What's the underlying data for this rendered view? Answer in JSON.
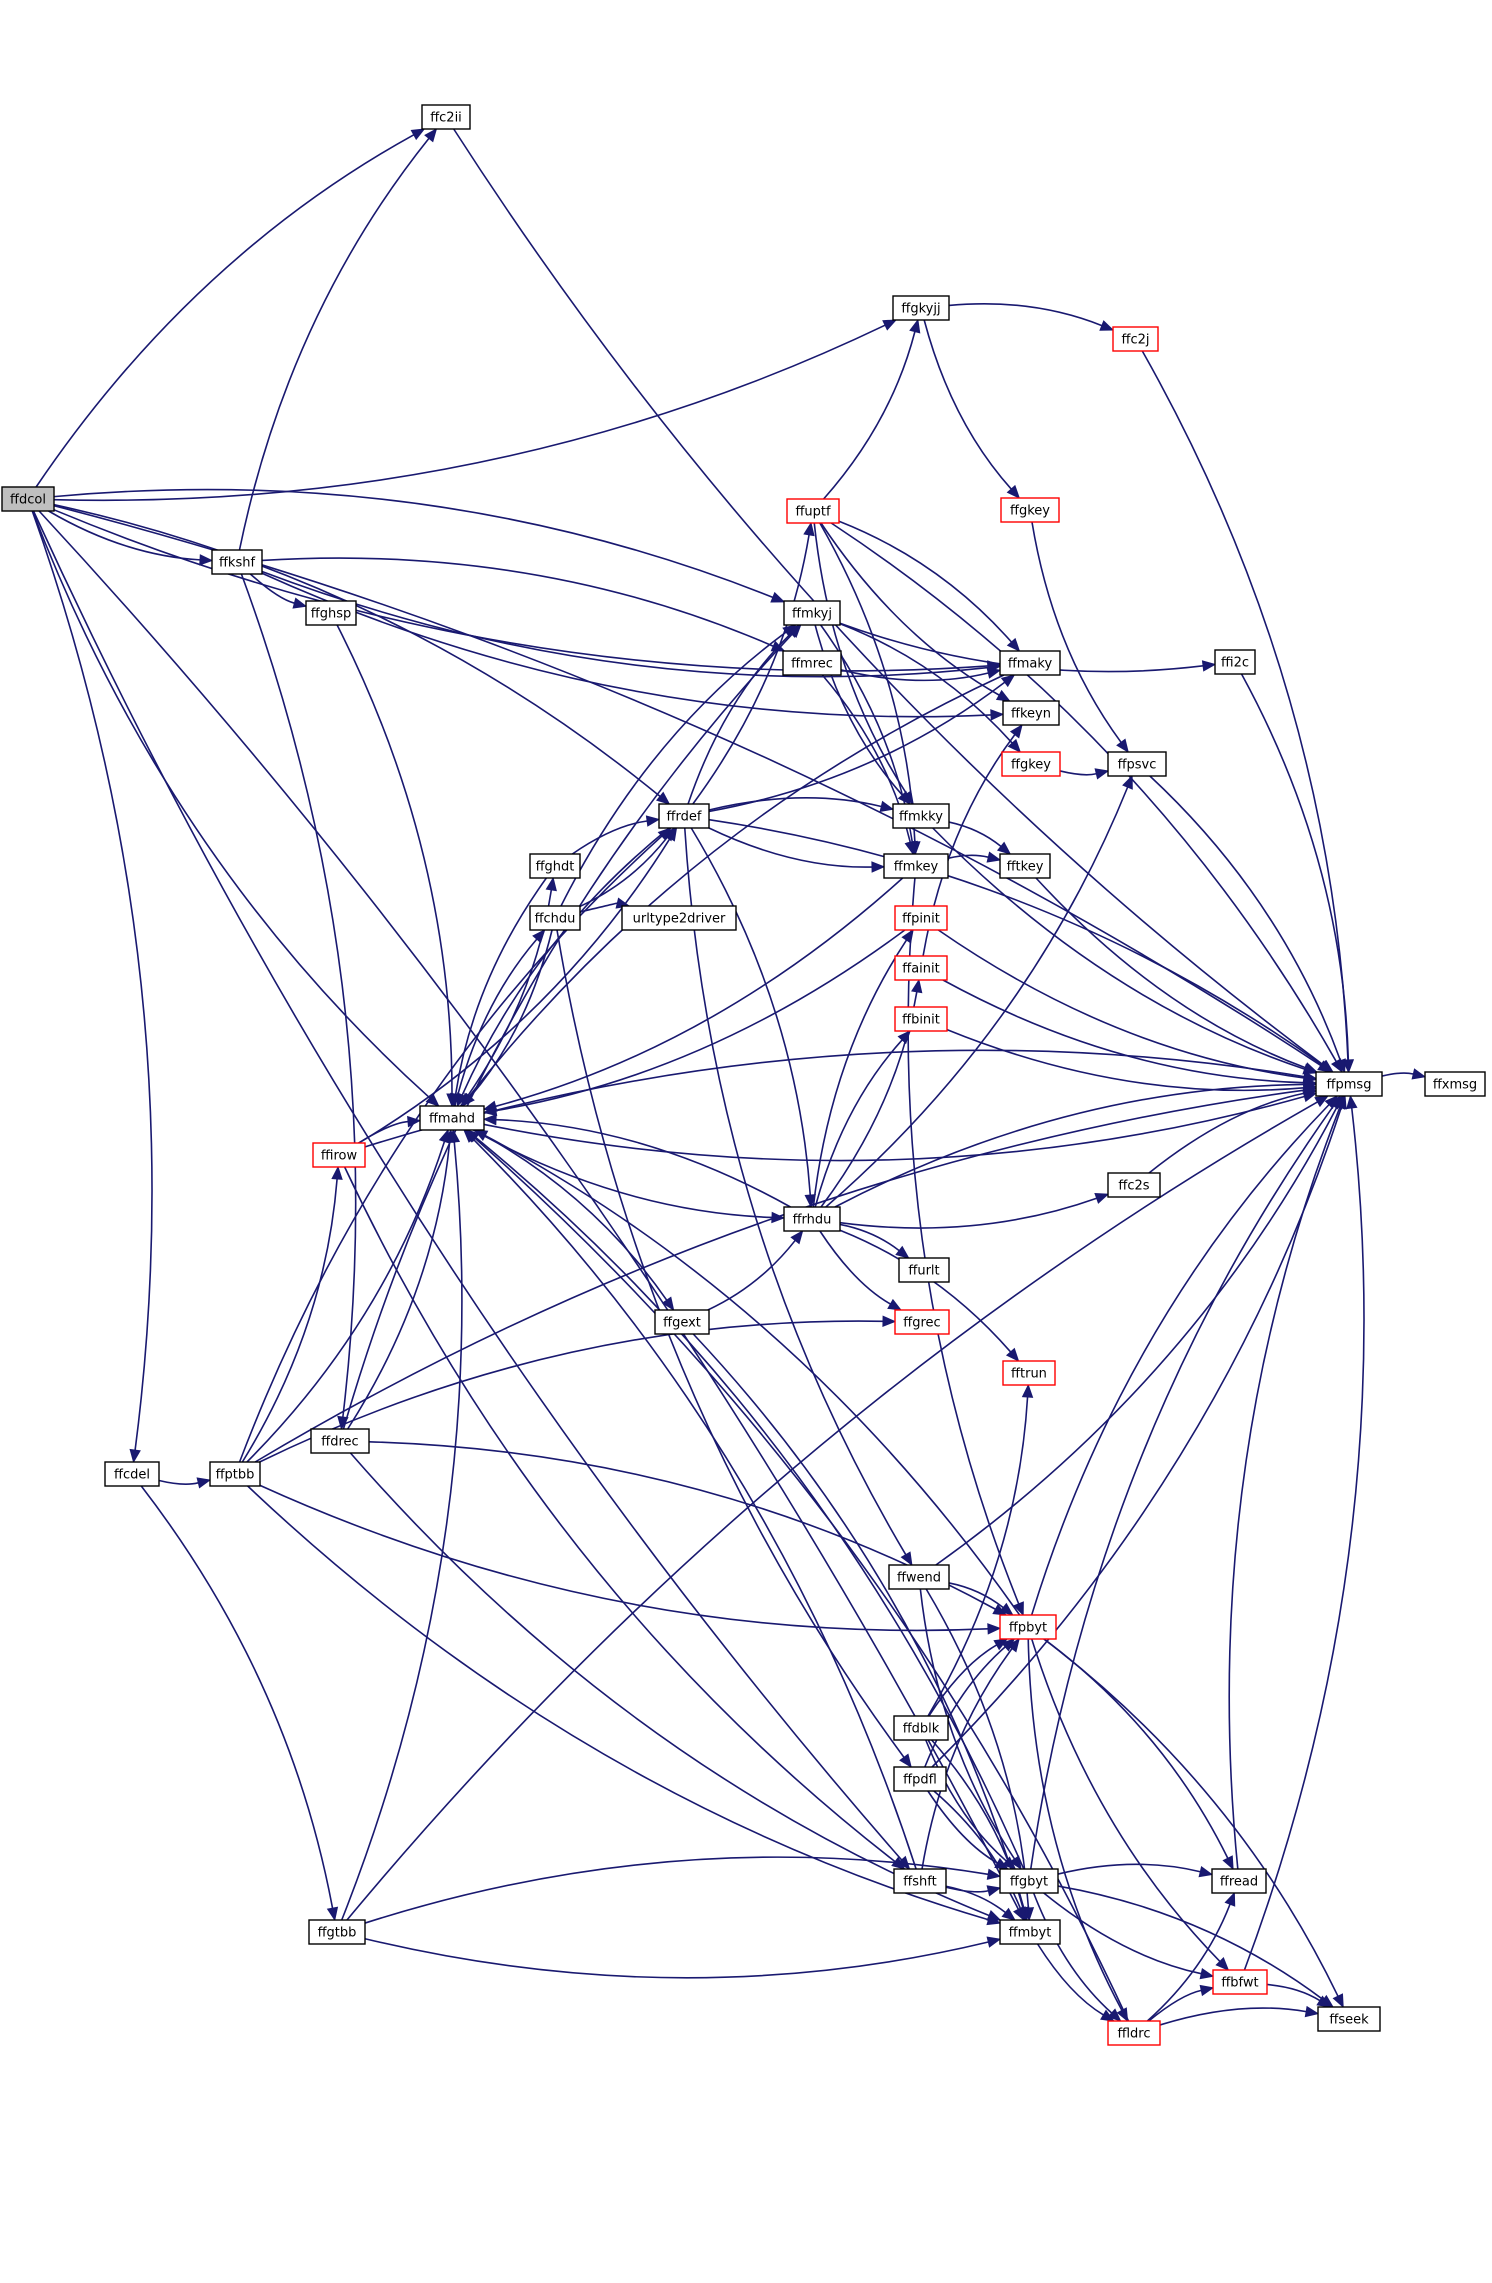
{
  "colors": {
    "edge": "#191970",
    "node_border_default": "#000000",
    "node_border_truncated": "#ff0000",
    "root_fill": "#bfbfbf",
    "node_fill": "#ffffff"
  },
  "nodes": [
    {
      "id": "ffdcol",
      "label": "ffdcol",
      "style": "root"
    },
    {
      "id": "ffc2ii",
      "label": "ffc2ii",
      "style": "normal"
    },
    {
      "id": "ffgkyjj",
      "label": "ffgkyjj",
      "style": "normal"
    },
    {
      "id": "ffc2j",
      "label": "ffc2j",
      "style": "truncated"
    },
    {
      "id": "ffgkey1",
      "label": "ffgkey",
      "style": "truncated"
    },
    {
      "id": "ffuptf",
      "label": "ffuptf",
      "style": "truncated"
    },
    {
      "id": "ffkshf",
      "label": "ffkshf",
      "style": "normal"
    },
    {
      "id": "ffghsp",
      "label": "ffghsp",
      "style": "normal"
    },
    {
      "id": "ffmkyj",
      "label": "ffmkyj",
      "style": "normal"
    },
    {
      "id": "ffmrec",
      "label": "ffmrec",
      "style": "normal"
    },
    {
      "id": "ffmaky",
      "label": "ffmaky",
      "style": "normal"
    },
    {
      "id": "ffi2c",
      "label": "ffi2c",
      "style": "normal"
    },
    {
      "id": "ffkeyn",
      "label": "ffkeyn",
      "style": "normal"
    },
    {
      "id": "ffgkey2",
      "label": "ffgkey",
      "style": "truncated"
    },
    {
      "id": "ffpsvc",
      "label": "ffpsvc",
      "style": "normal"
    },
    {
      "id": "ffrdef",
      "label": "ffrdef",
      "style": "normal"
    },
    {
      "id": "ffmkky",
      "label": "ffmkky",
      "style": "normal"
    },
    {
      "id": "ffghdt",
      "label": "ffghdt",
      "style": "normal"
    },
    {
      "id": "ffmkey",
      "label": "ffmkey",
      "style": "normal"
    },
    {
      "id": "fftkey",
      "label": "fftkey",
      "style": "normal"
    },
    {
      "id": "ffchdu",
      "label": "ffchdu",
      "style": "normal"
    },
    {
      "id": "urltype2driver",
      "label": "urltype2driver",
      "style": "normal"
    },
    {
      "id": "ffpinit",
      "label": "ffpinit",
      "style": "truncated"
    },
    {
      "id": "ffainit",
      "label": "ffainit",
      "style": "truncated"
    },
    {
      "id": "ffbinit",
      "label": "ffbinit",
      "style": "truncated"
    },
    {
      "id": "ffpmsg",
      "label": "ffpmsg",
      "style": "normal"
    },
    {
      "id": "ffxmsg",
      "label": "ffxmsg",
      "style": "normal"
    },
    {
      "id": "ffmahd",
      "label": "ffmahd",
      "style": "normal"
    },
    {
      "id": "ffirow",
      "label": "ffirow",
      "style": "truncated"
    },
    {
      "id": "ffrhdu",
      "label": "ffrhdu",
      "style": "normal"
    },
    {
      "id": "ffc2s",
      "label": "ffc2s",
      "style": "normal"
    },
    {
      "id": "ffurlt",
      "label": "ffurlt",
      "style": "normal"
    },
    {
      "id": "ffgext",
      "label": "ffgext",
      "style": "normal"
    },
    {
      "id": "ffgrec",
      "label": "ffgrec",
      "style": "truncated"
    },
    {
      "id": "fftrun",
      "label": "fftrun",
      "style": "truncated"
    },
    {
      "id": "ffdrec",
      "label": "ffdrec",
      "style": "normal"
    },
    {
      "id": "ffcdel",
      "label": "ffcdel",
      "style": "normal"
    },
    {
      "id": "ffptbb",
      "label": "ffptbb",
      "style": "normal"
    },
    {
      "id": "ffwend",
      "label": "ffwend",
      "style": "normal"
    },
    {
      "id": "ffpbyt",
      "label": "ffpbyt",
      "style": "truncated"
    },
    {
      "id": "ffdblk",
      "label": "ffdblk",
      "style": "normal"
    },
    {
      "id": "ffpdfl",
      "label": "ffpdfl",
      "style": "normal"
    },
    {
      "id": "ffshft",
      "label": "ffshft",
      "style": "normal"
    },
    {
      "id": "ffgbyt",
      "label": "ffgbyt",
      "style": "normal"
    },
    {
      "id": "ffread",
      "label": "ffread",
      "style": "normal"
    },
    {
      "id": "ffgtbb",
      "label": "ffgtbb",
      "style": "normal"
    },
    {
      "id": "ffmbyt",
      "label": "ffmbyt",
      "style": "normal"
    },
    {
      "id": "ffbfwt",
      "label": "ffbfwt",
      "style": "truncated"
    },
    {
      "id": "ffseek",
      "label": "ffseek",
      "style": "normal"
    },
    {
      "id": "ffldrc",
      "label": "ffldrc",
      "style": "truncated"
    }
  ],
  "edges": [
    [
      "ffdcol",
      "ffc2ii"
    ],
    [
      "ffdcol",
      "ffgkyjj"
    ],
    [
      "ffdcol",
      "ffmkyj"
    ],
    [
      "ffdcol",
      "ffkshf"
    ],
    [
      "ffdcol",
      "ffrdef"
    ],
    [
      "ffdcol",
      "ffmahd"
    ],
    [
      "ffdcol",
      "ffpmsg"
    ],
    [
      "ffdcol",
      "ffmaky"
    ],
    [
      "ffdcol",
      "ffcdel"
    ],
    [
      "ffdcol",
      "ffshft"
    ],
    [
      "ffdcol",
      "ffmbyt"
    ],
    [
      "ffc2ii",
      "ffpmsg"
    ],
    [
      "ffgkyjj",
      "ffc2j"
    ],
    [
      "ffgkyjj",
      "ffgkey1"
    ],
    [
      "ffc2j",
      "ffpmsg"
    ],
    [
      "ffgkey1",
      "ffpsvc"
    ],
    [
      "ffkshf",
      "ffc2ii"
    ],
    [
      "ffkshf",
      "ffghsp"
    ],
    [
      "ffkshf",
      "ffmrec"
    ],
    [
      "ffkshf",
      "ffkeyn"
    ],
    [
      "ffkshf",
      "ffdrec"
    ],
    [
      "ffkshf",
      "ffmaky"
    ],
    [
      "ffghsp",
      "ffmahd"
    ],
    [
      "ffuptf",
      "ffgkyjj"
    ],
    [
      "ffuptf",
      "ffmaky"
    ],
    [
      "ffuptf",
      "ffmkky"
    ],
    [
      "ffuptf",
      "ffmkey"
    ],
    [
      "ffuptf",
      "ffkeyn"
    ],
    [
      "ffuptf",
      "ffpmsg"
    ],
    [
      "ffmkyj",
      "ffi2c"
    ],
    [
      "ffmkyj",
      "ffgkey2"
    ],
    [
      "ffmkyj",
      "ffmkky"
    ],
    [
      "ffmkyj",
      "ffmkey"
    ],
    [
      "ffmrec",
      "ffmaky"
    ],
    [
      "ffmrec",
      "ffmkey"
    ],
    [
      "ffmaky",
      "ffmahd"
    ],
    [
      "ffi2c",
      "ffpmsg"
    ],
    [
      "ffgkey2",
      "ffpsvc"
    ],
    [
      "ffpsvc",
      "ffpmsg"
    ],
    [
      "ffrdef",
      "ffuptf"
    ],
    [
      "ffrdef",
      "ffmkyj"
    ],
    [
      "ffrdef",
      "ffmaky"
    ],
    [
      "ffrdef",
      "ffmkky"
    ],
    [
      "ffrdef",
      "ffmkey"
    ],
    [
      "ffrdef",
      "ffrhdu"
    ],
    [
      "ffrdef",
      "ffwend"
    ],
    [
      "ffrdef",
      "ffpmsg"
    ],
    [
      "ffrdef",
      "ffmahd"
    ],
    [
      "ffmkky",
      "fftkey"
    ],
    [
      "ffmkky",
      "ffpmsg"
    ],
    [
      "ffmkey",
      "fftkey"
    ],
    [
      "ffmkey",
      "ffpbyt"
    ],
    [
      "ffmkey",
      "ffmahd"
    ],
    [
      "fftkey",
      "ffpmsg"
    ],
    [
      "ffghdt",
      "ffrdef"
    ],
    [
      "ffghdt",
      "ffmahd"
    ],
    [
      "ffchdu",
      "urltype2driver"
    ],
    [
      "ffchdu",
      "ffrdef"
    ],
    [
      "ffchdu",
      "ffmkyj"
    ],
    [
      "ffchdu",
      "ffpdfl"
    ],
    [
      "ffchdu",
      "ffmahd"
    ],
    [
      "ffpinit",
      "ffpmsg"
    ],
    [
      "ffpinit",
      "ffmahd"
    ],
    [
      "ffainit",
      "ffpmsg"
    ],
    [
      "ffainit",
      "ffkeyn"
    ],
    [
      "ffbinit",
      "ffpmsg"
    ],
    [
      "ffpmsg",
      "ffxmsg"
    ],
    [
      "ffmahd",
      "ffghdt"
    ],
    [
      "ffmahd",
      "ffchdu"
    ],
    [
      "ffmahd",
      "ffrhdu"
    ],
    [
      "ffmahd",
      "ffgext"
    ],
    [
      "ffmahd",
      "ffpmsg"
    ],
    [
      "ffirow",
      "ffmahd"
    ],
    [
      "ffirow",
      "ffrdef"
    ],
    [
      "ffirow",
      "ffpmsg"
    ],
    [
      "ffirow",
      "ffshft"
    ],
    [
      "ffrhdu",
      "ffpinit"
    ],
    [
      "ffrhdu",
      "ffainit"
    ],
    [
      "ffrhdu",
      "ffbinit"
    ],
    [
      "ffrhdu",
      "ffc2s"
    ],
    [
      "ffrhdu",
      "ffurlt"
    ],
    [
      "ffrhdu",
      "ffgrec"
    ],
    [
      "ffrhdu",
      "fftrun"
    ],
    [
      "ffrhdu",
      "ffpsvc"
    ],
    [
      "ffrhdu",
      "ffpmsg"
    ],
    [
      "ffrhdu",
      "ffmahd"
    ],
    [
      "ffc2s",
      "ffpmsg"
    ],
    [
      "ffgext",
      "ffrhdu"
    ],
    [
      "ffgext",
      "ffmbyt"
    ],
    [
      "ffdrec",
      "ffmahd"
    ],
    [
      "ffdrec",
      "ffpbyt"
    ],
    [
      "ffdrec",
      "ffmbyt"
    ],
    [
      "ffdrec",
      "ffmkyj"
    ],
    [
      "ffcdel",
      "ffptbb"
    ],
    [
      "ffcdel",
      "ffgtbb"
    ],
    [
      "ffptbb",
      "ffirow"
    ],
    [
      "ffptbb",
      "ffrdef"
    ],
    [
      "ffptbb",
      "ffmahd"
    ],
    [
      "ffptbb",
      "ffgrec"
    ],
    [
      "ffptbb",
      "ffpbyt"
    ],
    [
      "ffptbb",
      "ffpmsg"
    ],
    [
      "ffptbb",
      "ffmbyt"
    ],
    [
      "ffwend",
      "ffpbyt"
    ],
    [
      "ffwend",
      "ffgbyt"
    ],
    [
      "ffwend",
      "ffmbyt"
    ],
    [
      "ffwend",
      "ffpmsg"
    ],
    [
      "ffpbyt",
      "ffread"
    ],
    [
      "ffpbyt",
      "ffbfwt"
    ],
    [
      "ffpbyt",
      "ffseek"
    ],
    [
      "ffpbyt",
      "ffldrc"
    ],
    [
      "ffpbyt",
      "ffpmsg"
    ],
    [
      "ffpbyt",
      "ffmahd"
    ],
    [
      "ffdblk",
      "ffpbyt"
    ],
    [
      "ffdblk",
      "ffgbyt"
    ],
    [
      "ffdblk",
      "ffmbyt"
    ],
    [
      "ffdblk",
      "fftrun"
    ],
    [
      "ffpdfl",
      "ffpbyt"
    ],
    [
      "ffpdfl",
      "ffgbyt"
    ],
    [
      "ffpdfl",
      "ffmbyt"
    ],
    [
      "ffpdfl",
      "ffpmsg"
    ],
    [
      "ffshft",
      "ffpbyt"
    ],
    [
      "ffshft",
      "ffgbyt"
    ],
    [
      "ffshft",
      "ffmbyt"
    ],
    [
      "ffshft",
      "ffmahd"
    ],
    [
      "ffgbyt",
      "ffread"
    ],
    [
      "ffgbyt",
      "ffldrc"
    ],
    [
      "ffgbyt",
      "ffseek"
    ],
    [
      "ffgbyt",
      "ffbfwt"
    ],
    [
      "ffgbyt",
      "ffpmsg"
    ],
    [
      "ffgbyt",
      "ffmahd"
    ],
    [
      "ffread",
      "ffpmsg"
    ],
    [
      "ffgtbb",
      "ffmahd"
    ],
    [
      "ffgtbb",
      "ffgbyt"
    ],
    [
      "ffgtbb",
      "ffmbyt"
    ],
    [
      "ffgtbb",
      "ffpmsg"
    ],
    [
      "ffmbyt",
      "ffldrc"
    ],
    [
      "ffbfwt",
      "ffseek"
    ],
    [
      "ffbfwt",
      "ffpmsg"
    ],
    [
      "ffldrc",
      "ffbfwt"
    ],
    [
      "ffldrc",
      "ffread"
    ],
    [
      "ffldrc",
      "ffseek"
    ],
    [
      "ffldrc",
      "ffmahd"
    ]
  ]
}
